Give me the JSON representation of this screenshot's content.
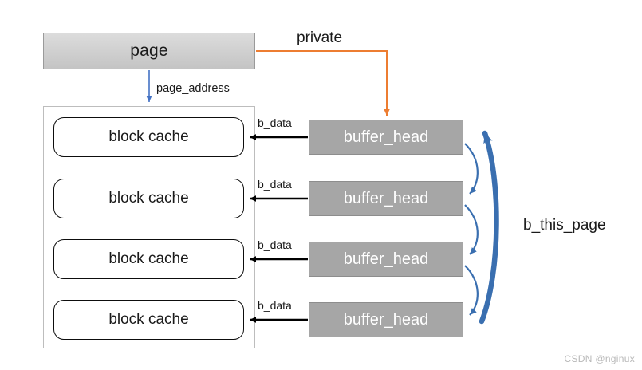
{
  "diagram": {
    "title": "page",
    "page_box": {
      "label": "page"
    },
    "page_address_label": "page_address",
    "private_label": "private",
    "b_this_page_label": "b_this_page",
    "b_data_label": "b_data",
    "rows": [
      {
        "block_cache": "block cache",
        "buffer_head": "buffer_head",
        "link": "b_data"
      },
      {
        "block_cache": "block cache",
        "buffer_head": "buffer_head",
        "link": "b_data"
      },
      {
        "block_cache": "block cache",
        "buffer_head": "buffer_head",
        "link": "b_data"
      },
      {
        "block_cache": "block cache",
        "buffer_head": "buffer_head",
        "link": "b_data"
      }
    ],
    "colors": {
      "page_fill": "#d4d4d4",
      "page_border": "#9a9a9a",
      "container_border": "#bdbdbd",
      "block_cache_fill": "#ffffff",
      "block_cache_border": "#0d0d0d",
      "buffer_head_fill": "#a6a6a6",
      "buffer_head_text": "#ffffff",
      "private_arrow": "#ed7d31",
      "page_address_arrow": "#4472c4",
      "b_data_arrow": "#000000",
      "b_this_page_arrow": "#3a6fb0",
      "watermark": "#b9b9b9"
    }
  },
  "watermark": "CSDN @nginux"
}
